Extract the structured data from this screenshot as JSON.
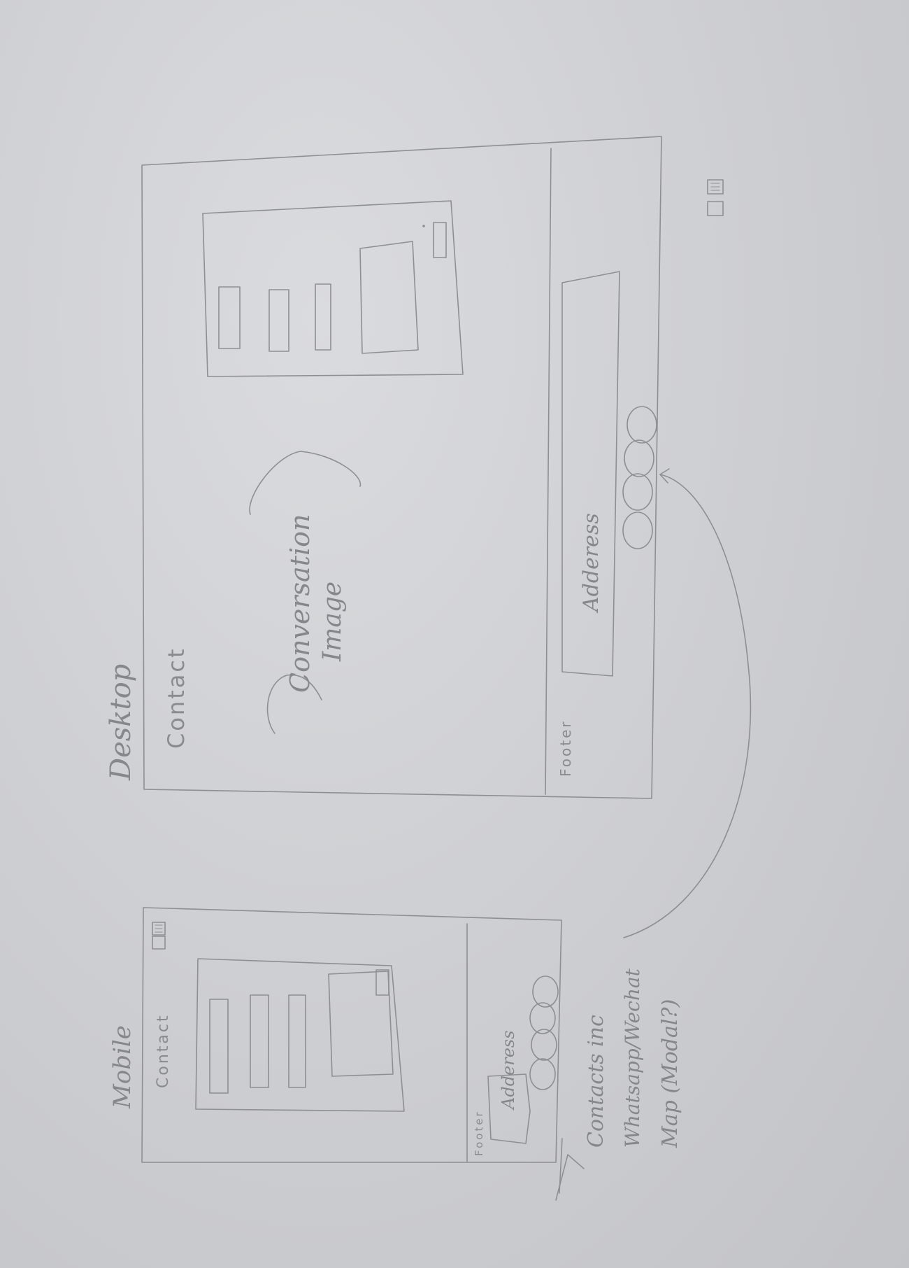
{
  "desktop": {
    "heading": "Desktop",
    "title": "Contact",
    "image_placeholder": {
      "line1": "Conversation",
      "line2": "Image"
    },
    "footer_label": "Footer",
    "address_label": "Adderess",
    "contact_icon_count": 4
  },
  "mobile": {
    "heading": "Mobile",
    "title": "Contact",
    "footer_label": "Footer",
    "address_label": "Adderess",
    "contact_icon_count": 4
  },
  "annotation": {
    "line1": "Contacts inc",
    "line2": "Whatsapp/Wechat",
    "line3": "Map (Modal?)"
  }
}
